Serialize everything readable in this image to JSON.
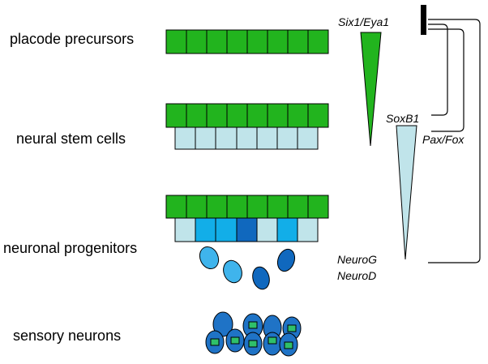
{
  "stages": {
    "placode_precursors": "placode precursors",
    "neural_stem_cells": "neural stem cells",
    "neuronal_progenitors": "neuronal progenitors",
    "sensory_neurons": "sensory neurons"
  },
  "genes": {
    "six1_eya1": "Six1/Eya1",
    "soxb1": "SoxB1",
    "pax_fox": "Pax/Fox",
    "neurog": "NeuroG",
    "neurod": "NeuroD"
  },
  "colors": {
    "placode_green": "#22b41e",
    "stem_light_blue": "#c0e4ea",
    "progenitor_blue": "#12aee8",
    "progenitor_dark": "#1068be",
    "progenitor_sky": "#3fb4ec",
    "neuron_blue": "#1f73c6",
    "inner_green": "#2fc06a",
    "outline": "#000000"
  }
}
